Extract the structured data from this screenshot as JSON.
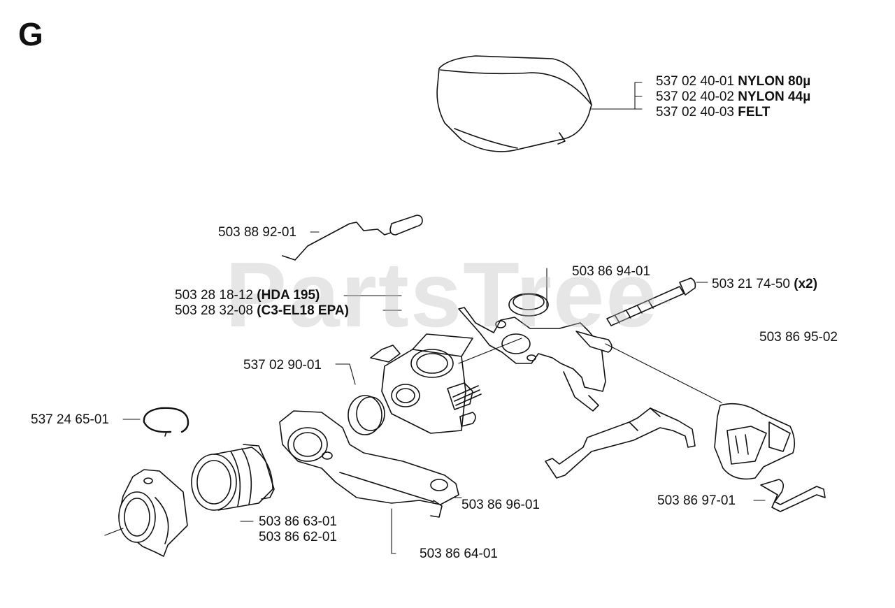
{
  "section_letter": "G",
  "watermark": {
    "text": "PartsTree",
    "mark": "™"
  },
  "parts": {
    "filter_1": {
      "number": "537 02 40-01",
      "note": "NYLON 80µ"
    },
    "filter_2": {
      "number": "537 02 40-02",
      "note": "NYLON 44µ"
    },
    "filter_3": {
      "number": "537 02 40-03",
      "note": "FELT"
    },
    "choke_rod": {
      "number": "503 88 92-01"
    },
    "carb_hda": {
      "number": "503 28 18-12",
      "note": "(HDA 195)"
    },
    "carb_c3": {
      "number": "503 28 32-08",
      "note": "(C3-EL18 EPA)"
    },
    "intake_plate": {
      "number": "503 86 94-01"
    },
    "bolt": {
      "number": "503 21 74-50",
      "note": "(x2)"
    },
    "cover": {
      "number": "503 86 95-02"
    },
    "gasket": {
      "number": "537 02 90-01"
    },
    "snap_ring": {
      "number": "537 24 65-01"
    },
    "adapter": {
      "number": "503 86 96-01"
    },
    "linkage": {
      "number": "503 86 97-01"
    },
    "boot_1": {
      "number": "503 86 63-01"
    },
    "boot_2": {
      "number": "503 86 62-01"
    },
    "manifold": {
      "number": "503 86 64-01"
    }
  }
}
